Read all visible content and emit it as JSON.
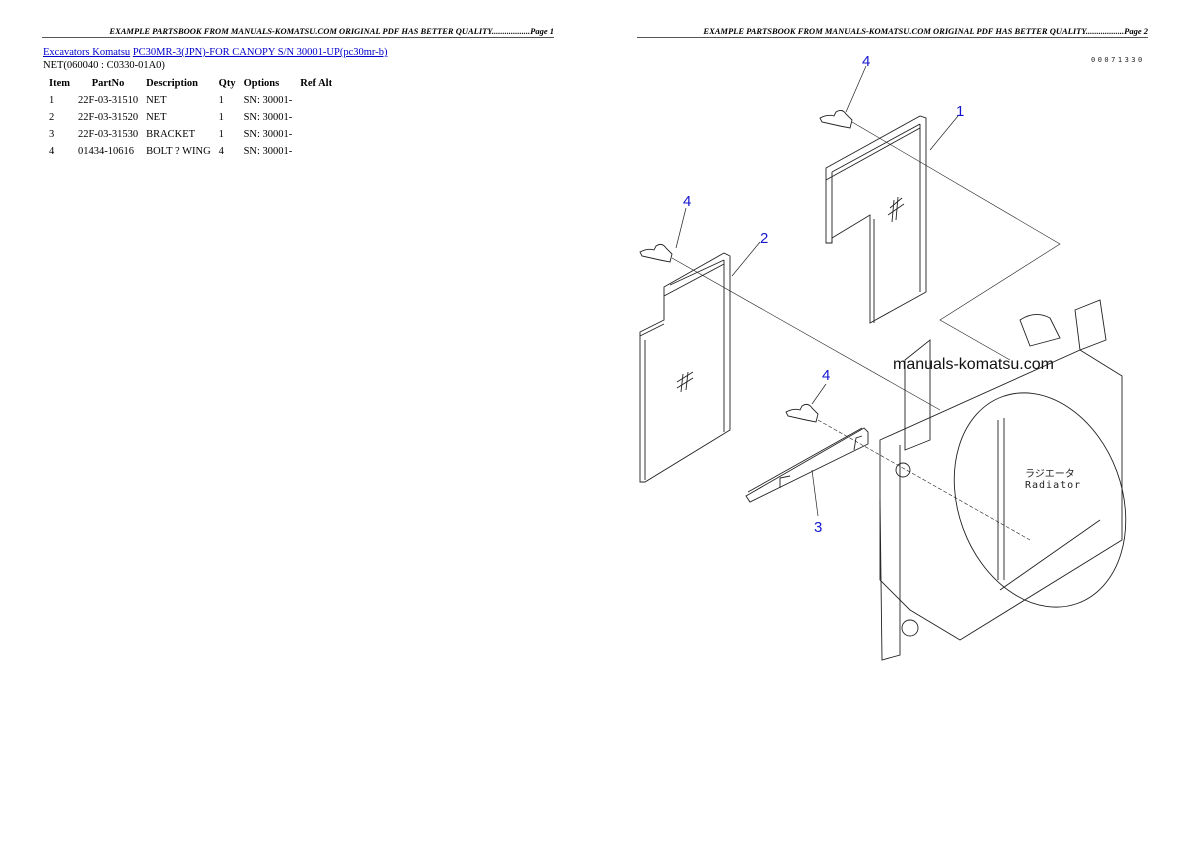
{
  "page1": {
    "header": "EXAMPLE PARTSBOOK FROM MANUALS-KOMATSU.COM ORIGINAL PDF HAS BETTER QUALITY..................Page 1",
    "breadcrumb": {
      "link1": "Excavators Komatsu",
      "link2": "PC30MR-3(JPN)-FOR CANOPY S/N 30001-UP(pc30mr-b)"
    },
    "subtitle": "NET(060040 : C0330-01A0)",
    "table": {
      "headers": [
        "Item",
        "PartNo",
        "Description",
        "Qty",
        "Options",
        "Ref Alt"
      ],
      "rows": [
        [
          "1",
          "22F-03-31510",
          "NET",
          "1",
          "SN: 30001-",
          ""
        ],
        [
          "2",
          "22F-03-31520",
          "NET",
          "1",
          "SN: 30001-",
          ""
        ],
        [
          "3",
          "22F-03-31530",
          "BRACKET",
          "1",
          "SN: 30001-",
          ""
        ],
        [
          "4",
          "01434-10616",
          "BOLT ? WING",
          "4",
          "SN: 30001-",
          ""
        ]
      ]
    }
  },
  "page2": {
    "header": "EXAMPLE PARTSBOOK FROM MANUALS-KOMATSU.COM ORIGINAL PDF HAS BETTER QUALITY..................Page 2",
    "drawing_id": "00071330",
    "watermark": "manuals-komatsu.com",
    "radiator_label_jp": "ラジエータ",
    "radiator_label_en": "Radiator",
    "callouts": [
      "4",
      "1",
      "4",
      "2",
      "4",
      "3"
    ]
  },
  "colors": {
    "link": "#0000cc",
    "callout": "#1515d0"
  }
}
